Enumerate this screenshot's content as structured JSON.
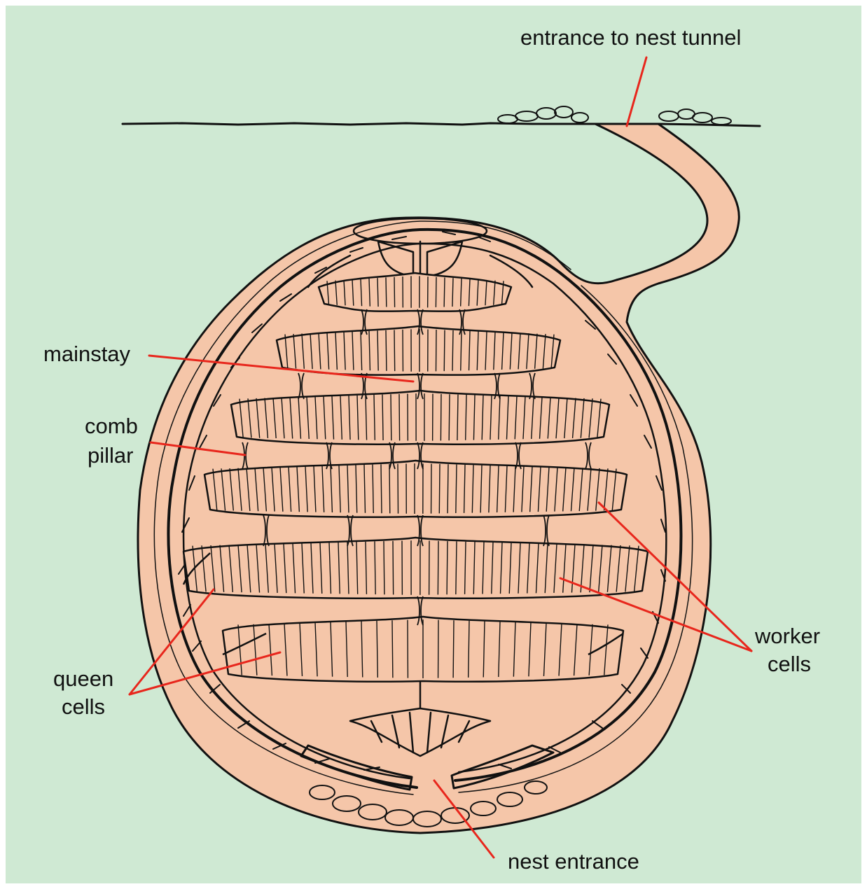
{
  "colors": {
    "background": "#cfe9d3",
    "soil": "#f5c6a9",
    "ink": "#111111",
    "leader": "#e8261c"
  },
  "labels": {
    "entrance_tunnel": "entrance to nest tunnel",
    "mainstay": "mainstay",
    "comb_line1": "comb",
    "comb_line2": "pillar",
    "queen_line1": "queen",
    "queen_line2": "cells",
    "worker_line1": "worker",
    "worker_line2": "cells",
    "nest_entrance": "nest entrance"
  }
}
